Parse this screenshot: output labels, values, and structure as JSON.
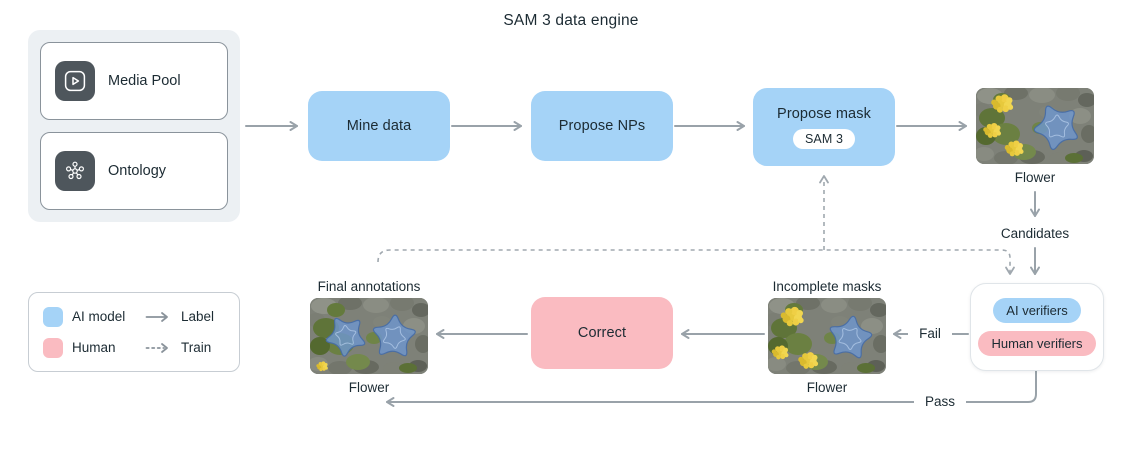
{
  "title": "SAM 3 data engine",
  "palette": {
    "ai_model_blue": "#A5D3F7",
    "human_pink": "#FABBC1",
    "arrow_gray": "#99A2A9",
    "panel_gray": "#ECF0F3",
    "text": "#1C2B33"
  },
  "sources": {
    "media_pool": "Media Pool",
    "ontology": "Ontology"
  },
  "pipeline": {
    "mine_data": "Mine data",
    "propose_nps": "Propose NPs",
    "propose_mask": "Propose mask",
    "sam_badge": "SAM 3"
  },
  "edge_labels": {
    "candidates": "Candidates",
    "fail": "Fail",
    "pass": "Pass"
  },
  "images": {
    "proposed": {
      "caption": "Flower"
    },
    "incomplete": {
      "title": "Incomplete masks",
      "caption": "Flower"
    },
    "final": {
      "title": "Final annotations",
      "caption": "Flower"
    }
  },
  "verifiers": {
    "ai": "AI verifiers",
    "human": "Human verifiers"
  },
  "correct": "Correct",
  "legend": {
    "ai_model": "AI model",
    "human": "Human",
    "label": "Label",
    "train": "Train"
  }
}
